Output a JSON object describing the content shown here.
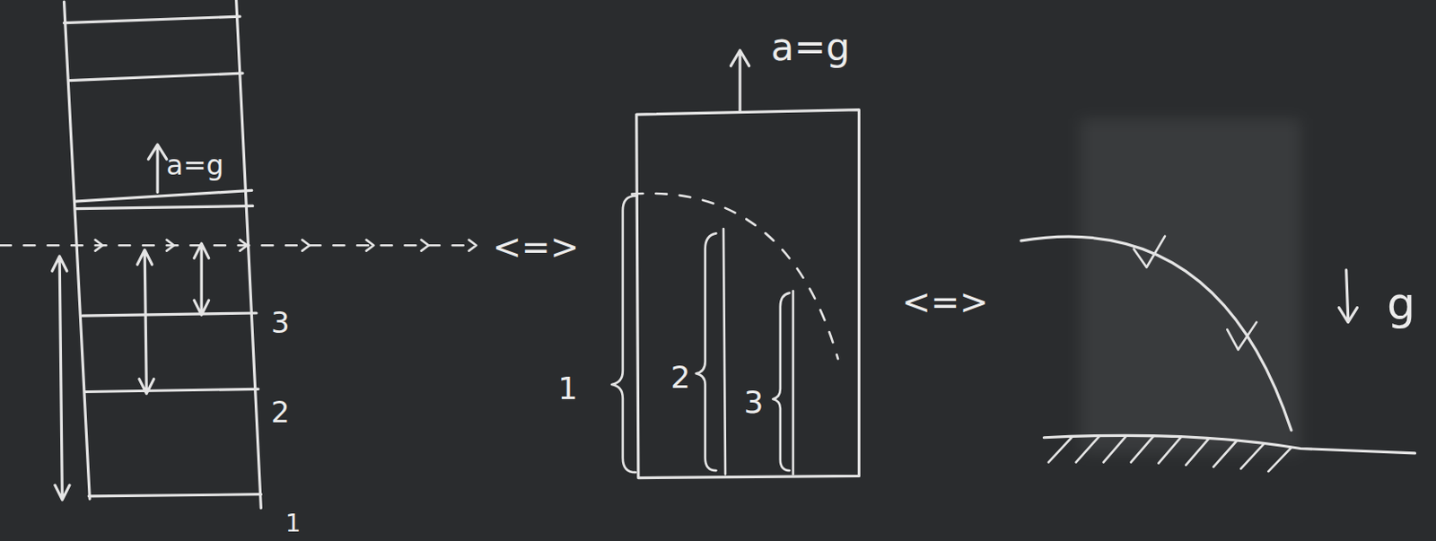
{
  "diagram": {
    "labels": [
      "a=g",
      "3",
      "2",
      "1",
      "a=g",
      "1",
      "2",
      "3",
      "<=>",
      "<=>",
      "g"
    ]
  }
}
